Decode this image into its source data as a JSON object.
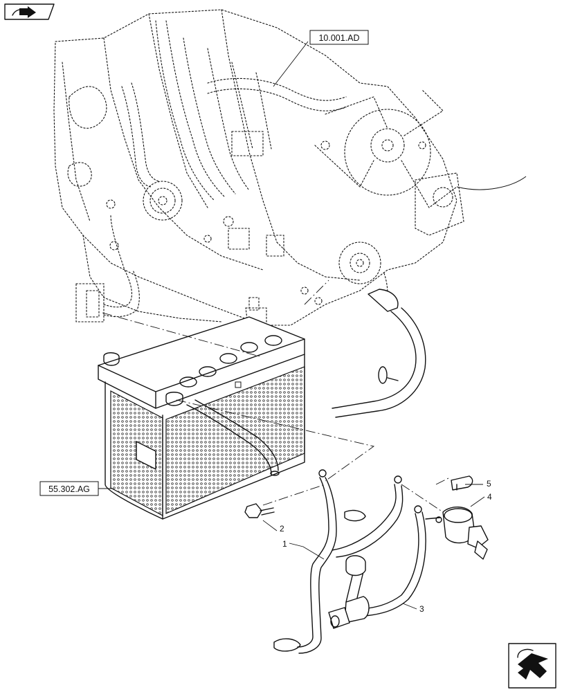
{
  "references": {
    "top": "10.001.AD",
    "left": "55.302.AG"
  },
  "callouts": [
    {
      "id": "1",
      "text": "1"
    },
    {
      "id": "2",
      "text": "2"
    },
    {
      "id": "3",
      "text": "3"
    },
    {
      "id": "4",
      "text": "4"
    },
    {
      "id": "5",
      "text": "5"
    }
  ],
  "icons": {
    "top_left": "back-navigation-icon",
    "bottom_right": "next-navigation-icon"
  }
}
